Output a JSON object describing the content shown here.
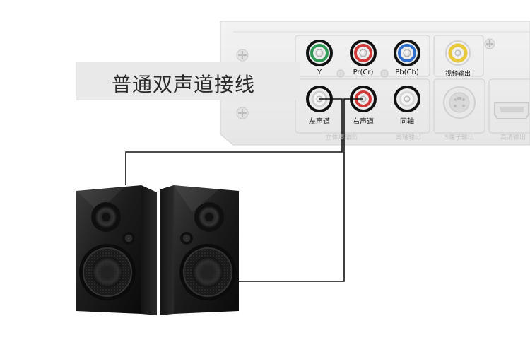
{
  "title": "普通双声道接线",
  "ports_top": {
    "y": "Y",
    "pr": "Pr(Cr)",
    "pb": "Pb(Cb)",
    "video": "视频输出"
  },
  "ports_bottom": {
    "left": "左声道",
    "right": "右声道",
    "coax": "同轴"
  },
  "group_labels": {
    "stereo": "立体声输出",
    "coax_out": "同轴输出",
    "s_video": "S端子输出",
    "hdmi": "高清输出"
  },
  "colors": {
    "jack_y": "#2f9a55",
    "jack_pr": "#d23a3a",
    "jack_pb": "#2f6fcc",
    "jack_video": "#e8c21c",
    "cable": "#111111"
  }
}
